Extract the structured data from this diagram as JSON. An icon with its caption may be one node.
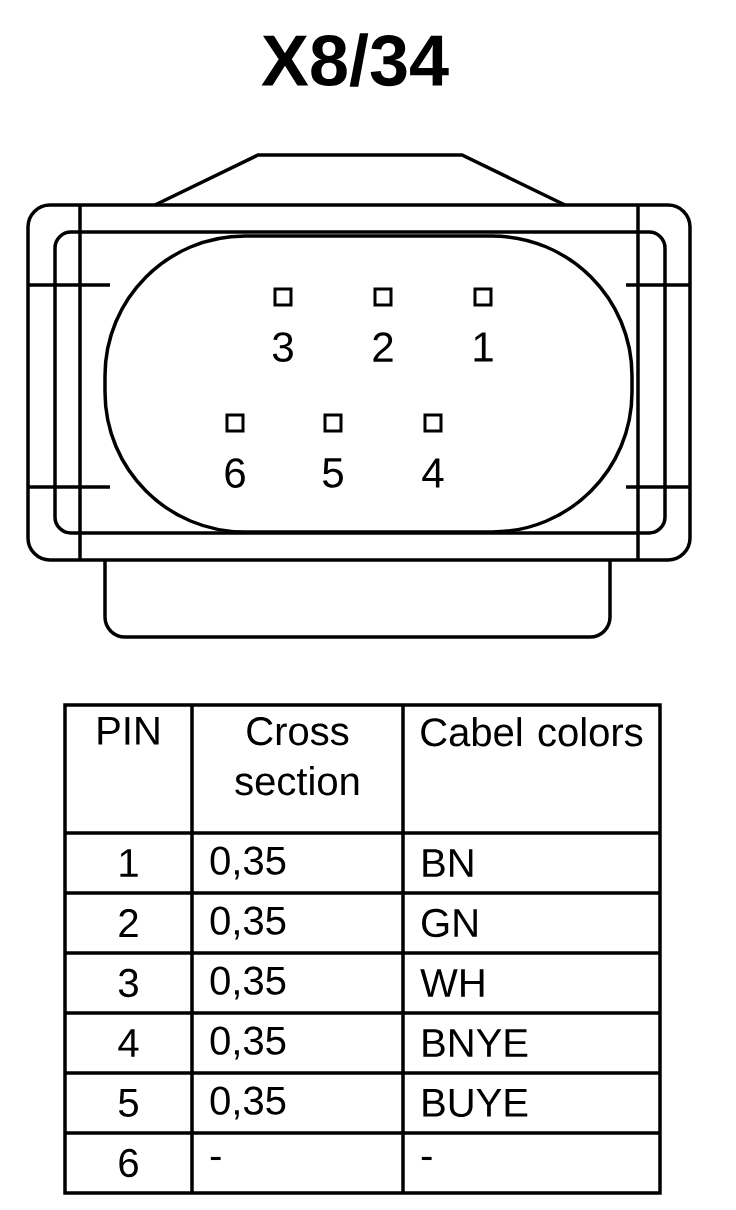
{
  "diagram": {
    "title": "X8/34",
    "labels": [
      "3",
      "2",
      "1",
      "6",
      "5",
      "4",
      "PIN",
      "Cross section",
      "Cabel colors",
      "1",
      "0,35",
      "BN",
      "2",
      "0,35",
      "GN",
      "3",
      "0,35",
      "WH",
      "4",
      "0,35",
      "BNYE",
      "5",
      "0,35",
      "BUYE",
      "6",
      "-",
      "-"
    ]
  }
}
